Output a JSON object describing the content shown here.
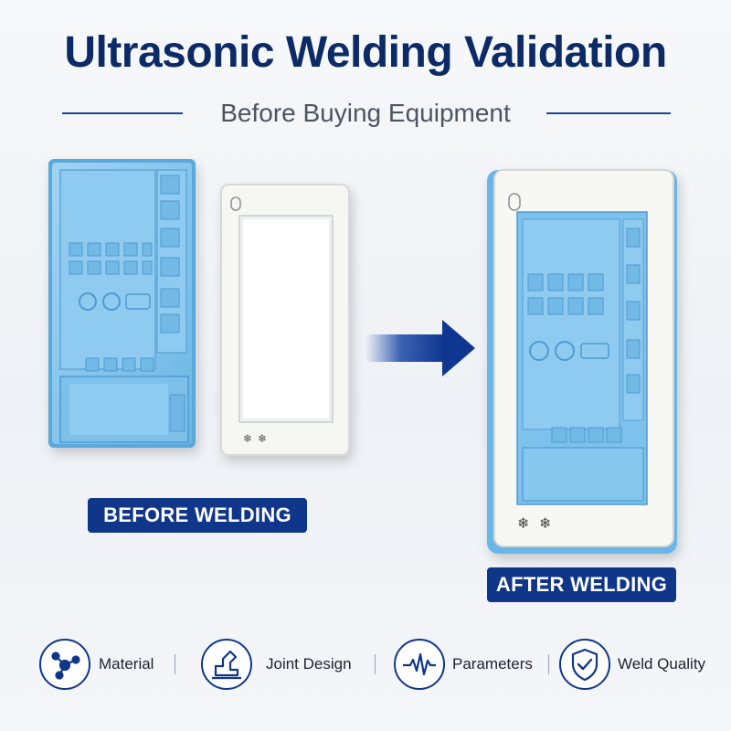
{
  "header": {
    "title": "Ultrasonic Welding Validation",
    "subtitle": "Before Buying Equipment"
  },
  "labels": {
    "before": "BEFORE WELDING",
    "after": "AFTER WELDING"
  },
  "features": [
    {
      "label": "Material",
      "icon": "molecule-icon"
    },
    {
      "label": "Joint Design",
      "icon": "joint-design-icon"
    },
    {
      "label": "Parameters",
      "icon": "waveform-icon"
    },
    {
      "label": "Weld Quality",
      "icon": "shield-check-icon"
    }
  ],
  "colors": {
    "navy": "#0b2a66",
    "badge": "#10368a",
    "plastic_blue": "#7fc3ec",
    "frame_white": "#f6f6f3"
  }
}
